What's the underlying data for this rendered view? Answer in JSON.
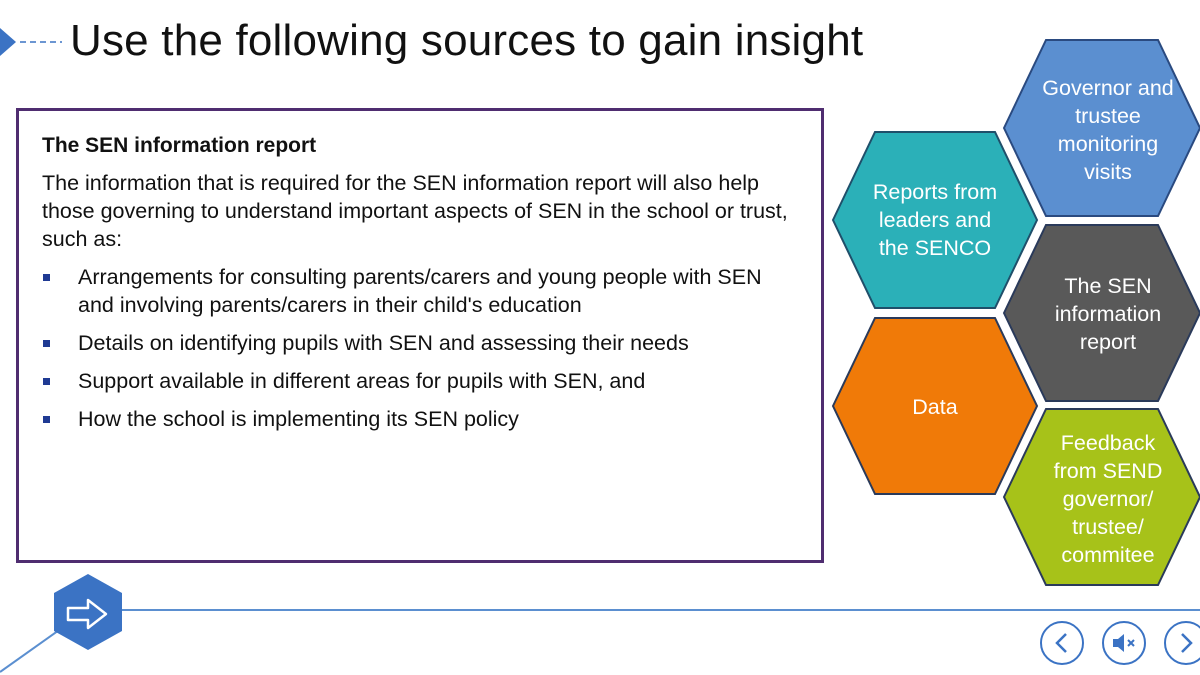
{
  "header": {
    "title": "Use the following sources to gain insight"
  },
  "content": {
    "heading": "The SEN information report",
    "intro": "The information that is required for the SEN information report will also help those governing to understand important aspects of SEN in the school or trust, such as:",
    "bullets": [
      "Arrangements for consulting parents/carers and young people with SEN and involving parents/carers in their child's education",
      "Details on identifying pupils with SEN and assessing their needs",
      "Support available in different areas for pupils with SEN, and",
      "How the school is implementing its SEN policy"
    ]
  },
  "hexagons": [
    {
      "label": "Governor and trustee monitoring visits",
      "color": "#5b8fd0"
    },
    {
      "label": "Reports from leaders and the SENCO",
      "color": "#2bb0b8"
    },
    {
      "label": "The SEN information report",
      "color": "#595959"
    },
    {
      "label": "Data",
      "color": "#f07a08"
    },
    {
      "label": "Feedback from SEND governor/ trustee/ commitee",
      "color": "#a7c219"
    }
  ],
  "footer": {
    "icons": [
      "arrow-icon",
      "chevron-left-icon",
      "mute-icon",
      "chevron-right-icon"
    ],
    "accent": "#3b73c4"
  }
}
